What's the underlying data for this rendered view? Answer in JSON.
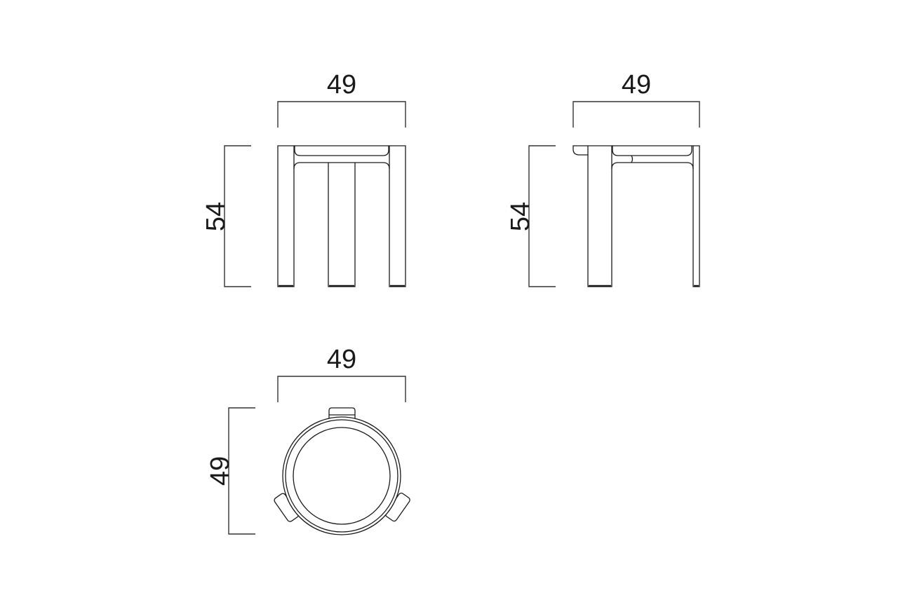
{
  "drawing": {
    "title": "Stool dimension drawing",
    "units_shown": "none",
    "views": [
      {
        "name": "front-view",
        "width_label": "49",
        "height_label": "54"
      },
      {
        "name": "side-view",
        "width_label": "49",
        "height_label": "54"
      },
      {
        "name": "top-view",
        "width_label": "49",
        "depth_label": "49"
      }
    ]
  }
}
